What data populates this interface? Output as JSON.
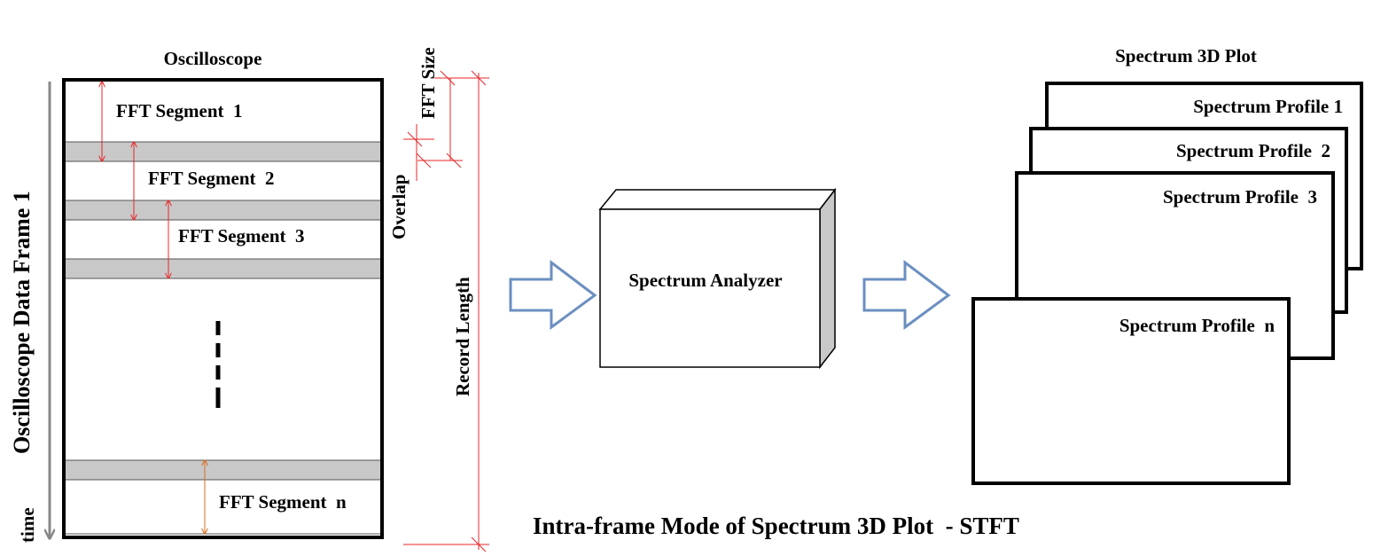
{
  "oscilloscope": {
    "title": "Oscilloscope",
    "side_label": "Oscilloscope Data Frame 1",
    "time_label": "time",
    "segments": [
      "FFT Segment  1",
      "FFT Segment  2",
      "FFT Segment  3",
      "FFT Segment  n"
    ]
  },
  "dimensions": {
    "fft_size": "FFT Size",
    "overlap": "Overlap",
    "record_length": "Record Length"
  },
  "analyzer": {
    "label": "Spectrum Analyzer"
  },
  "spectrum_plot": {
    "title": "Spectrum 3D Plot",
    "profiles": [
      "Spectrum Profile 1",
      "Spectrum Profile  2",
      "Spectrum Profile  3",
      "Spectrum Profile  n"
    ]
  },
  "caption": "Intra-frame Mode of Spectrum 3D Plot  - STFT",
  "colors": {
    "dimension_line": "#e8262a",
    "overlap_fill": "#c8c8c8",
    "arrow_fill": "#ffffff",
    "arrow_stroke": "#6b8fc0",
    "box_side": "#c8c8c8"
  }
}
